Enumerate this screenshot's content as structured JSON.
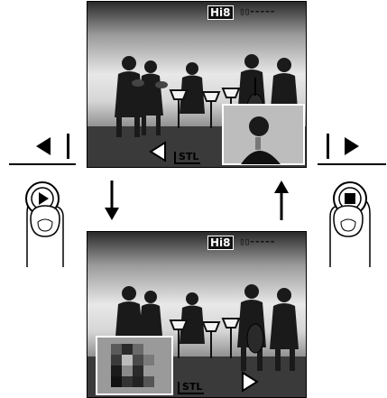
{
  "screens": {
    "top": {
      "tape_format_badge": "Hi8",
      "tape_counter": "▯▯-----",
      "still_mode_label": "STL"
    },
    "bottom": {
      "tape_format_badge": "Hi8",
      "tape_counter": "▯▯-----",
      "still_mode_label": "STL"
    }
  },
  "controls": {
    "left_button_symbol": "play-icon",
    "right_button_symbol": "stop-icon",
    "left_indicator_icon": "rewind-step-icon",
    "right_indicator_icon": "forward-step-icon"
  },
  "transitions": {
    "down_arrow": "arrow-down-icon",
    "up_arrow": "arrow-up-icon"
  },
  "colors": {
    "ink": "#000000",
    "screen_light": "#e8e8e8",
    "screen_dark": "#1a1a1a"
  }
}
